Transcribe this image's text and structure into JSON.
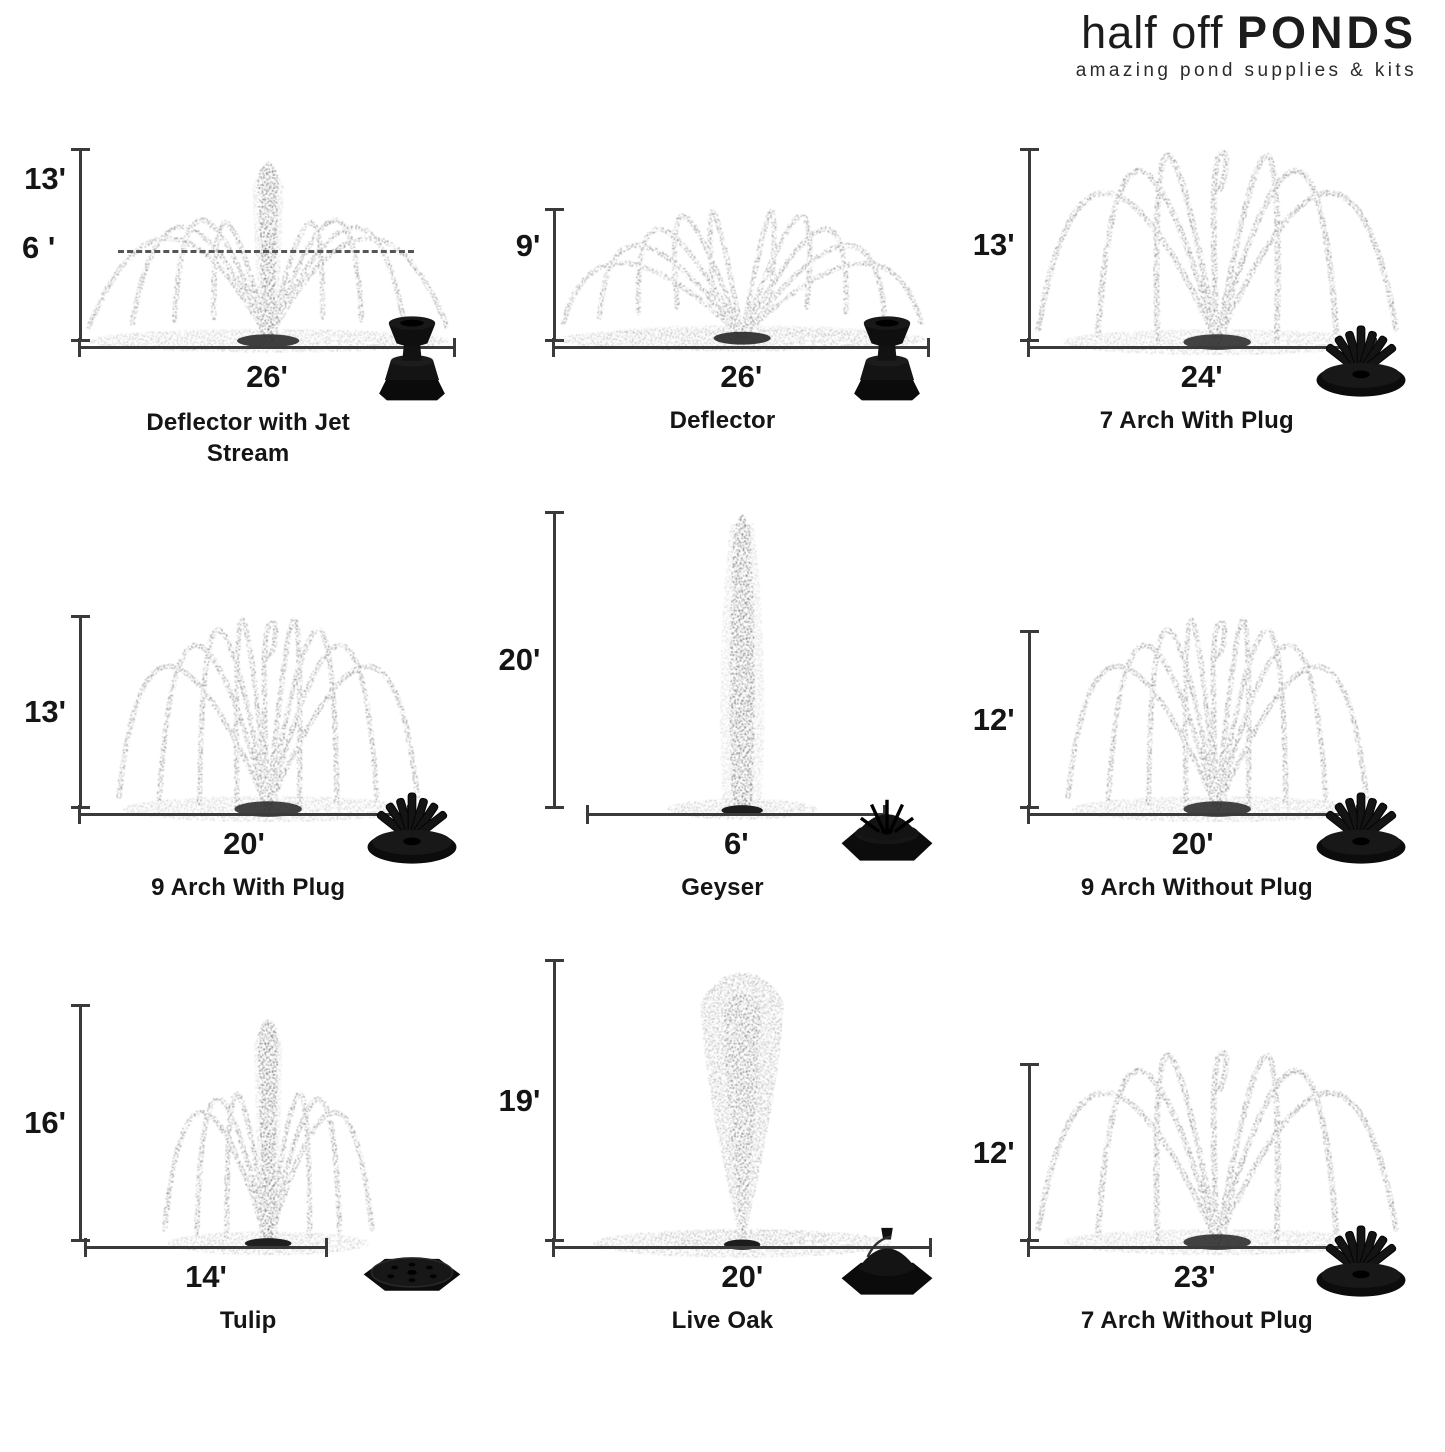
{
  "logo": {
    "brand_light": "half off",
    "brand_bold": "PONDS",
    "tagline": "amazing pond supplies & kits"
  },
  "colors": {
    "background": "#ffffff",
    "dimension_line": "#3a3a3a",
    "text": "#151515",
    "nozzle_black": "#0d0d0d",
    "spray_gray": "#6d6d6d"
  },
  "cells": [
    {
      "name": "Deflector with Jet Stream",
      "height": "13'",
      "height2": "6 '",
      "width": "26'",
      "spray": "#spray-deflector-jet",
      "nozzle": "#nozzle-deflector"
    },
    {
      "name": "Deflector",
      "height": "9'",
      "width": "26'",
      "spray": "#spray-deflector",
      "nozzle": "#nozzle-deflector"
    },
    {
      "name": "7 Arch With Plug",
      "height": "13'",
      "width": "24'",
      "spray": "#spray-arch7",
      "nozzle": "#nozzle-arch"
    },
    {
      "name": "9 Arch With Plug",
      "height": "13'",
      "width": "20'",
      "spray": "#spray-arch9",
      "nozzle": "#nozzle-arch"
    },
    {
      "name": "Geyser",
      "height": "20'",
      "width": "6'",
      "spray": "#spray-geyser",
      "nozzle": "#nozzle-geyser"
    },
    {
      "name": "9 Arch Without Plug",
      "height": "12'",
      "width": "20'",
      "spray": "#spray-arch9",
      "nozzle": "#nozzle-arch"
    },
    {
      "name": "Tulip",
      "height": "16'",
      "width": "14'",
      "spray": "#spray-tulip",
      "nozzle": "#nozzle-tulip"
    },
    {
      "name": "Live Oak",
      "height": "19'",
      "width": "20'",
      "spray": "#spray-liveoak",
      "nozzle": "#nozzle-dome"
    },
    {
      "name": "7 Arch Without Plug",
      "height": "12'",
      "width": "23'",
      "spray": "#spray-arch7",
      "nozzle": "#nozzle-arch"
    }
  ]
}
